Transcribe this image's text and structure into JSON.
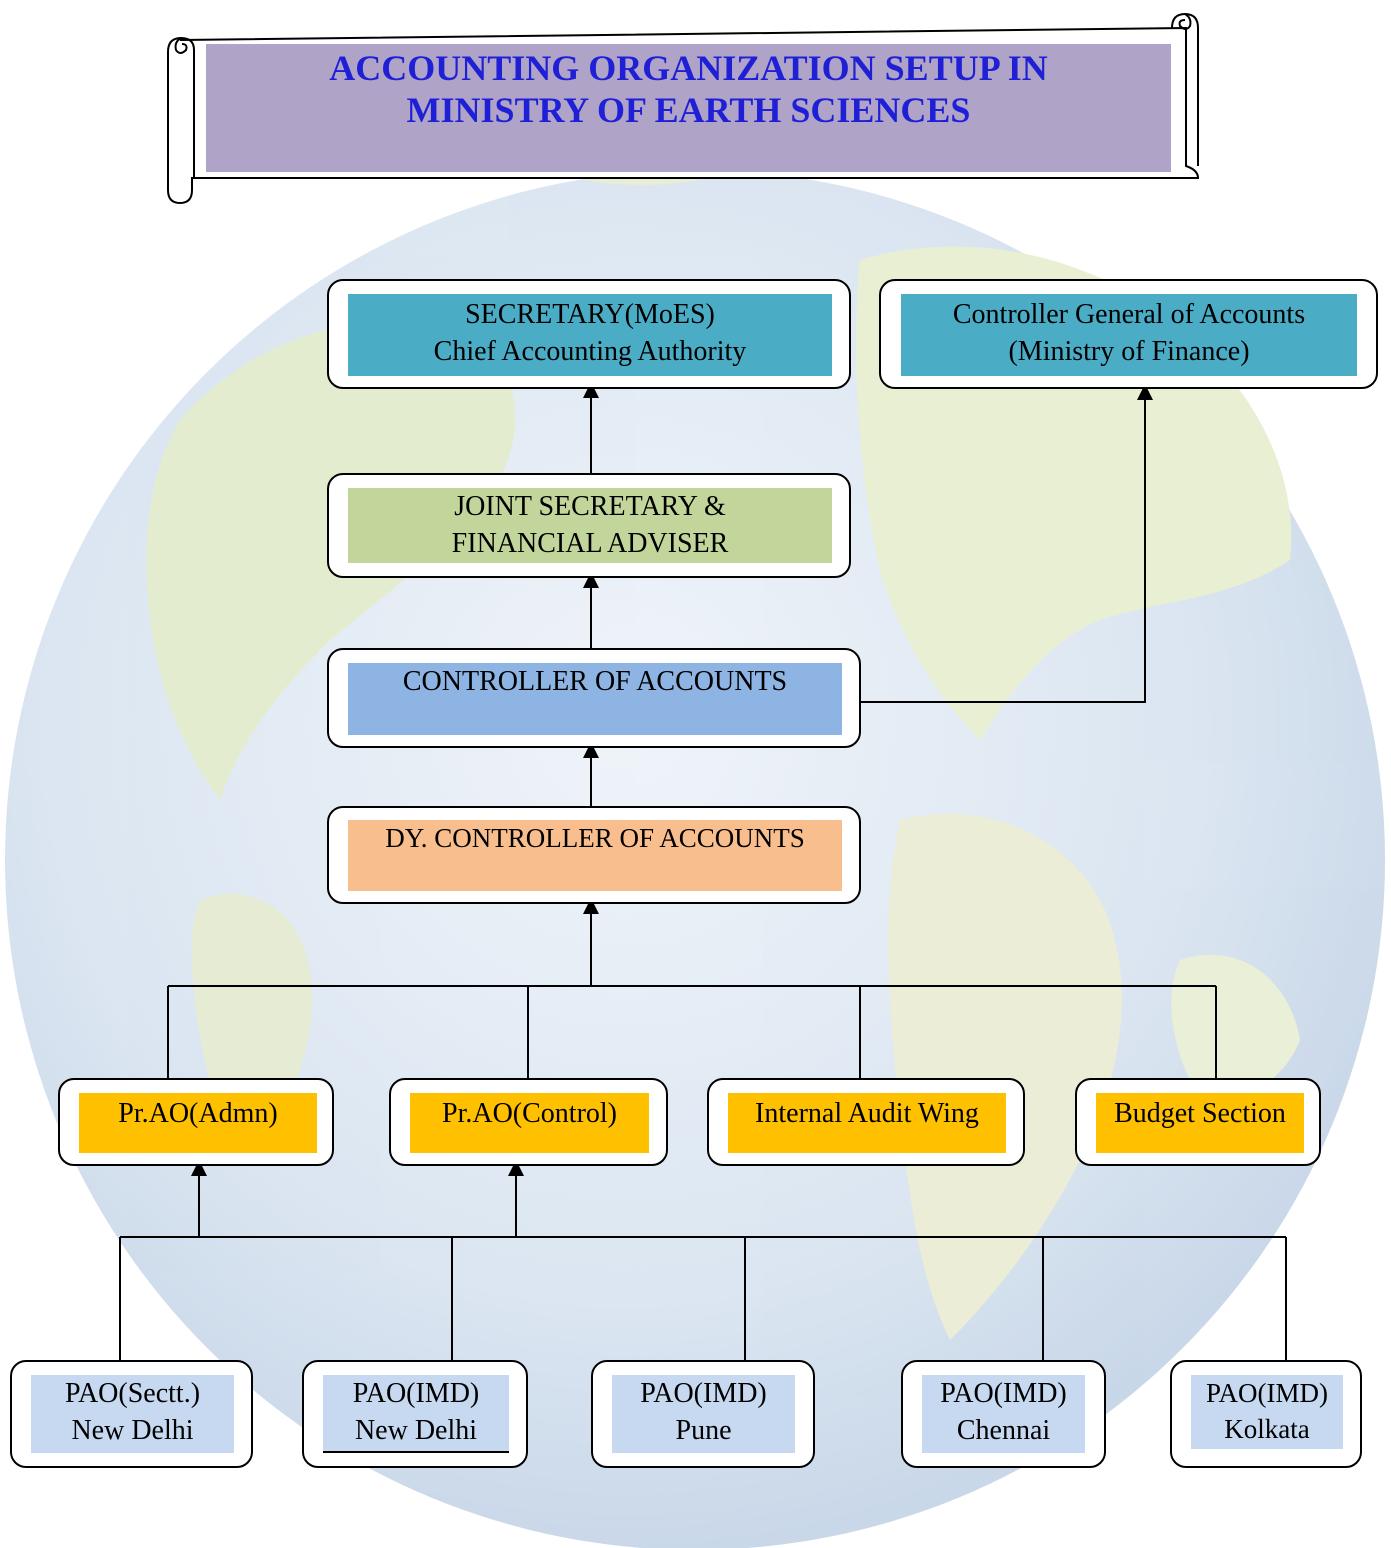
{
  "title": {
    "line1": "ACCOUNTING ORGANIZATION SETUP IN",
    "line2": "MINISTRY OF EARTH SCIENCES"
  },
  "colors": {
    "title_fill": "#b0a3c8",
    "title_text": "#1f1fd6",
    "secretary_fill": "#4bacc6",
    "cga_fill": "#4bacc6",
    "jsfa_fill": "#c2d69b",
    "coa_fill": "#8eb4e3",
    "dycoa_fill": "#f8be8e",
    "office_fill": "#ffc000",
    "pao_fill": "#c6d9f1",
    "globe_ocean": "#c9d9ea",
    "globe_land": "#e3ecc8"
  },
  "nodes": {
    "secretary": {
      "line1": "SECRETARY(MoES)",
      "line2": "Chief Accounting Authority"
    },
    "cga": {
      "line1": "Controller General of Accounts",
      "line2": "(Ministry of Finance)"
    },
    "jsfa": {
      "line1": "JOINT SECRETARY &",
      "line2": "FINANCIAL ADVISER"
    },
    "coa": {
      "line1": "CONTROLLER OF ACCOUNTS"
    },
    "dycoa": {
      "line1": "DY. CONTROLLER OF ACCOUNTS"
    },
    "offices": [
      {
        "label": "Pr.AO(Admn)"
      },
      {
        "label": "Pr.AO(Control)"
      },
      {
        "label": "Internal Audit Wing"
      },
      {
        "label": "Budget Section"
      }
    ],
    "paos": [
      {
        "line1": "PAO(Sectt.)",
        "line2": "New Delhi"
      },
      {
        "line1": "PAO(IMD)",
        "line2": "New Delhi"
      },
      {
        "line1": "PAO(IMD)",
        "line2": "Pune"
      },
      {
        "line1": "PAO(IMD)",
        "line2": "Chennai"
      },
      {
        "line1": "PAO(IMD)",
        "line2": "Kolkata"
      }
    ]
  }
}
